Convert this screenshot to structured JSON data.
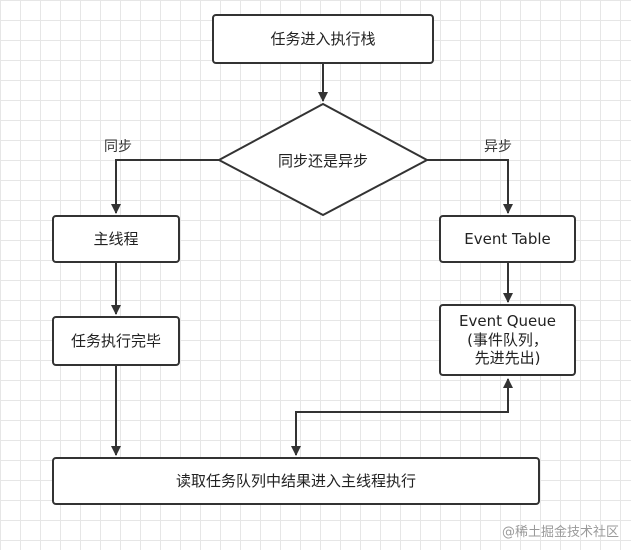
{
  "diagram": {
    "nodes": {
      "start": "任务进入执行栈",
      "decision": "同步还是异步",
      "main_thread": "主线程",
      "task_done": "任务执行完毕",
      "event_table": "Event Table",
      "event_queue": {
        "line1": "Event Queue",
        "line2": "(事件队列，",
        "line3": "先进先出)"
      },
      "read_queue": "读取任务队列中结果进入主线程执行"
    },
    "edge_labels": {
      "sync": "同步",
      "async": "异步"
    }
  },
  "watermark": "@稀土掘金技术社区"
}
